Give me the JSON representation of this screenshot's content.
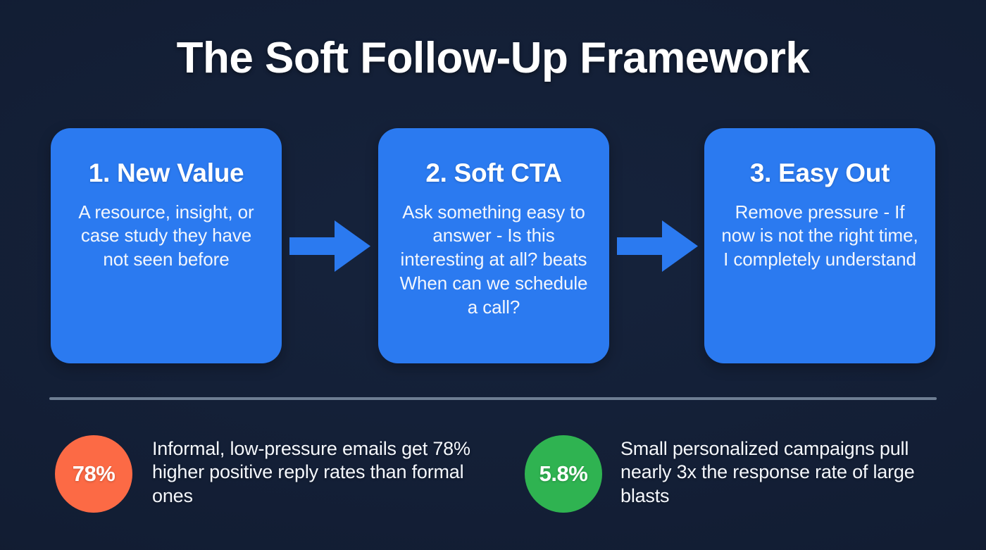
{
  "slide": {
    "title": "The Soft Follow-Up Framework",
    "background_color": "#131f35",
    "divider_color": "#6e7e93"
  },
  "steps": [
    {
      "title": "1. New Value",
      "body": "A resource, insight, or case study they have not seen before",
      "color": "#2b7af0"
    },
    {
      "title": "2. Soft CTA",
      "body": "Ask something easy to answer - Is this interesting at all? beats When can we schedule a call?",
      "color": "#2b7af0"
    },
    {
      "title": "3. Easy Out",
      "body": "Remove pressure - If now is not the right time, I completely understand",
      "color": "#2b7af0"
    }
  ],
  "connectors": [
    {
      "icon": "arrow-right-icon",
      "color": "#2b7af0"
    },
    {
      "icon": "arrow-right-icon",
      "color": "#2b7af0"
    }
  ],
  "stats": [
    {
      "value": "78%",
      "text": "Informal, low-pressure emails get 78% higher positive reply rates than formal ones",
      "color": "#fc6a45"
    },
    {
      "value": "5.8%",
      "text": "Small personalized campaigns pull nearly 3x the response rate of large blasts",
      "color": "#2fb351"
    }
  ]
}
